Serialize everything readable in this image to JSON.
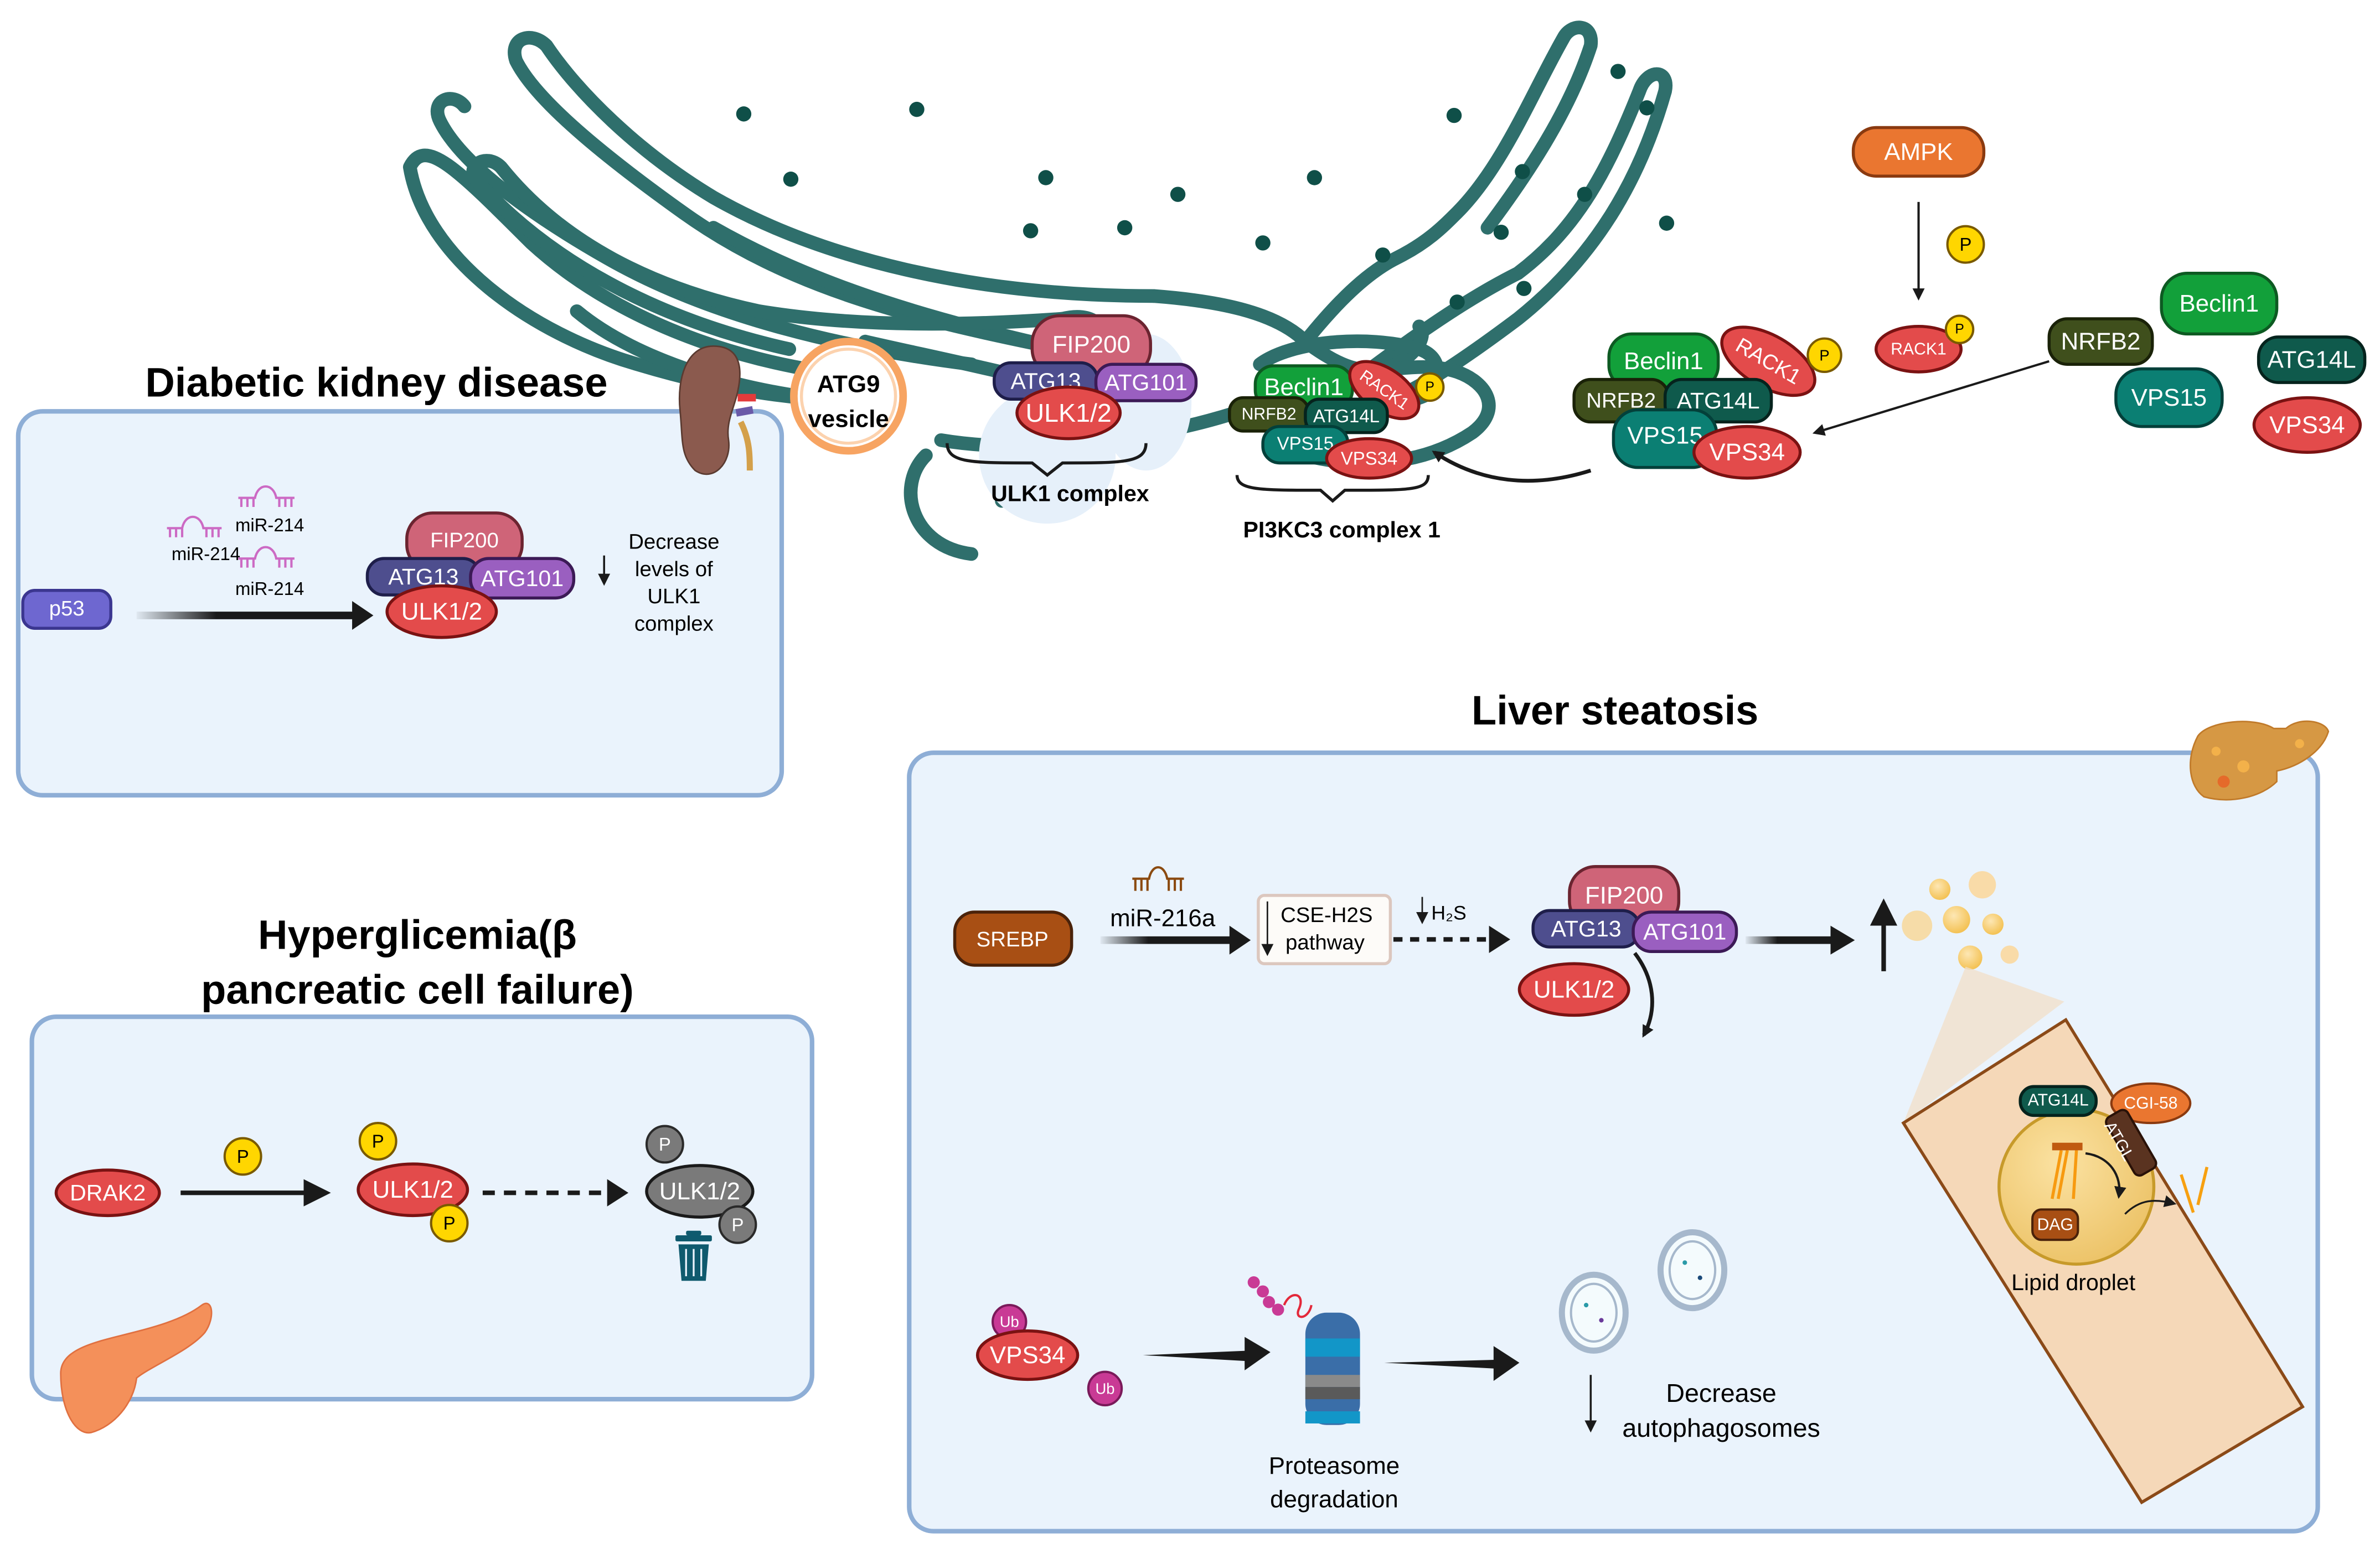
{
  "figure": {
    "colors": {
      "panel_fill": "#eaf3fc",
      "panel_border": "#8eaed6",
      "golgi": "#2f6f6c",
      "fip200": "#cf6478",
      "atg13": "#4e4e8e",
      "atg101": "#9a5fc0",
      "ulk": "#e34b4b",
      "beclin1": "#12a03a",
      "nrfb2": "#3f4f1c",
      "atg14l": "#0f5a4c",
      "vps15": "#0b7f73",
      "vps34": "#e34b4b",
      "rack1": "#e34b4b",
      "phospho": "#ffd600",
      "ampk": "#ea7630",
      "srebp": "#a84f14",
      "p53": "#6e67d0",
      "ub": "#c93a95",
      "atg9_ring": "#f7a462"
    },
    "top": {
      "atg9_vesicle": {
        "line1": "ATG9",
        "line2": "vesicle"
      },
      "ulk1_complex": {
        "fip200": "FIP200",
        "atg13": "ATG13",
        "atg101": "ATG101",
        "ulk": "ULK1/2",
        "caption": "ULK1 complex"
      },
      "pi3kc3_complex": {
        "beclin1": "Beclin1",
        "rack1": "RACK1",
        "p": "P",
        "nrfb2": "NRFB2",
        "atg14l": "ATG14L",
        "vps15": "VPS15",
        "vps34": "VPS34",
        "caption": "PI3KC3 complex 1"
      },
      "ampk_pathway": {
        "ampk": "AMPK",
        "p": "P",
        "rack1": "RACK1",
        "rack1_p": "P",
        "nrfb2": "NRFB2",
        "assembled": {
          "beclin1": "Beclin1",
          "rack1": "RACK1",
          "p": "P",
          "nrfb2": "NRFB2",
          "atg14l": "ATG14L",
          "vps15": "VPS15",
          "vps34": "VPS34"
        },
        "free": {
          "beclin1": "Beclin1",
          "atg14l": "ATG14L",
          "vps15": "VPS15",
          "vps34": "VPS34"
        }
      }
    },
    "kidney": {
      "title": "Diabetic kidney disease",
      "p53": "p53",
      "mirna": [
        "miR-214",
        "miR-214",
        "miR-214"
      ],
      "fip200": "FIP200",
      "atg13": "ATG13",
      "atg101": "ATG101",
      "ulk": "ULK1/2",
      "result": [
        "Decrease",
        "levels of",
        "ULK1",
        "complex"
      ]
    },
    "pancreas": {
      "title_line1": "Hyperglicemia(β",
      "title_line2": "pancreatic cell failure)",
      "drak2": "DRAK2",
      "p": "P",
      "ulk": "ULK1/2",
      "degraded_ulk": "ULK1/2"
    },
    "liver": {
      "title": "Liver steatosis",
      "srebp": "SREBP",
      "mirna": "miR-216a",
      "pathway_line1": "CSE-H2S",
      "pathway_line2": "pathway",
      "h2s": "H₂S",
      "fip200": "FIP200",
      "atg13": "ATG13",
      "atg101": "ATG101",
      "ulk": "ULK1/2",
      "inset": {
        "atg14l": "ATG14L",
        "cgi58": "CGI-58",
        "atgl": "ATGL",
        "dag": "DAG",
        "caption": "Lipid droplet"
      },
      "vps34": "VPS34",
      "ub": "Ub",
      "proteasome_line1": "Proteasome",
      "proteasome_line2": "degradation",
      "result_line1": "Decrease",
      "result_line2": "autophagosomes"
    }
  }
}
